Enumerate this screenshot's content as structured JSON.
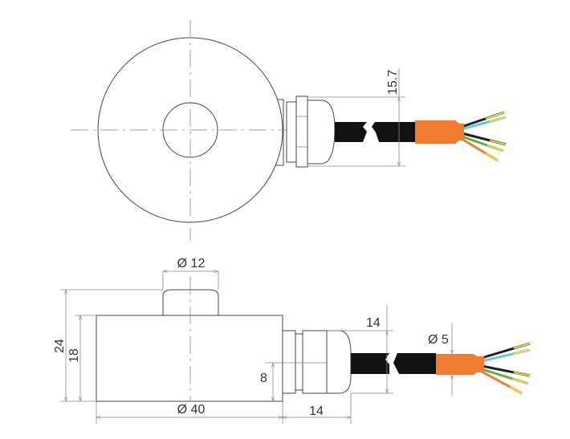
{
  "dimensions": {
    "top_height": "15.7",
    "pin_diameter": "Ø 12",
    "total_height": "24",
    "body_height": "18",
    "body_diameter": "Ø 40",
    "gland_length": "14",
    "gland_height": "14",
    "gland_offset": "8",
    "cable_diameter": "Ø 5"
  },
  "colors": {
    "sleeve": "#f07c34",
    "cable": "#111111",
    "wire_blue": "#6cc6d8",
    "wire_green": "#5cb040",
    "wire_orange": "#f07c34",
    "conductor": "#e8d84a"
  }
}
